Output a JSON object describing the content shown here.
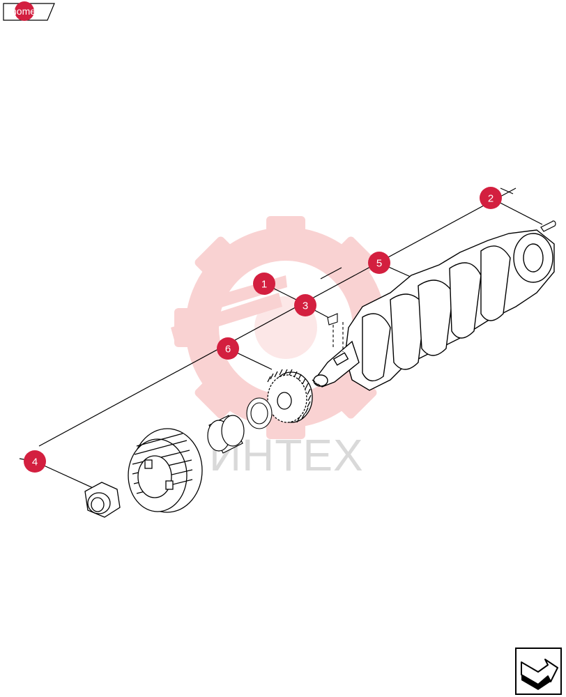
{
  "home_tab": {
    "label": "home"
  },
  "watermark": {
    "text": "ИНТЕХ"
  },
  "callouts": [
    {
      "number": "1",
      "part": ""
    },
    {
      "number": "2",
      "part": ""
    },
    {
      "number": "3",
      "part": ""
    },
    {
      "number": "4",
      "part": ""
    },
    {
      "number": "5",
      "part": ""
    },
    {
      "number": "6",
      "part": ""
    }
  ],
  "icons": {
    "home": "home-tab-icon",
    "next": "next-page-arrow-icon",
    "watermark": "gear-watermark-icon"
  },
  "colors": {
    "callout": "#d31f3f",
    "watermark": "#f7c9c9",
    "line": "#000000"
  }
}
